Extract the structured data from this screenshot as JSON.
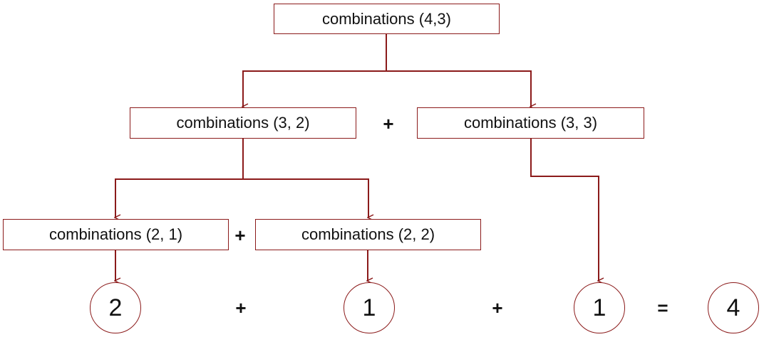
{
  "diagram": {
    "nodes": {
      "root": "combinations (4,3)",
      "left_mid": "combinations (3, 2)",
      "right_mid": "combinations (3, 3)",
      "left_bottom": "combinations (2, 1)",
      "right_bottom": "combinations (2, 2)"
    },
    "results": {
      "first": "2",
      "second": "1",
      "third": "1",
      "total": "4"
    },
    "operators": {
      "plus_mid": "+",
      "plus_bottom": "+",
      "plus_res_1": "+",
      "plus_res_2": "+",
      "equals": "="
    },
    "edges": [
      {
        "from": "root",
        "to": "left_mid"
      },
      {
        "from": "root",
        "to": "right_mid"
      },
      {
        "from": "left_mid",
        "to": "left_bottom"
      },
      {
        "from": "left_mid",
        "to": "right_bottom"
      },
      {
        "from": "left_bottom",
        "to": "first"
      },
      {
        "from": "right_bottom",
        "to": "second"
      },
      {
        "from": "right_mid",
        "to": "third"
      }
    ],
    "colors": {
      "line": "#8b1a1a",
      "border": "#8b1a1a",
      "text": "#111111"
    }
  }
}
